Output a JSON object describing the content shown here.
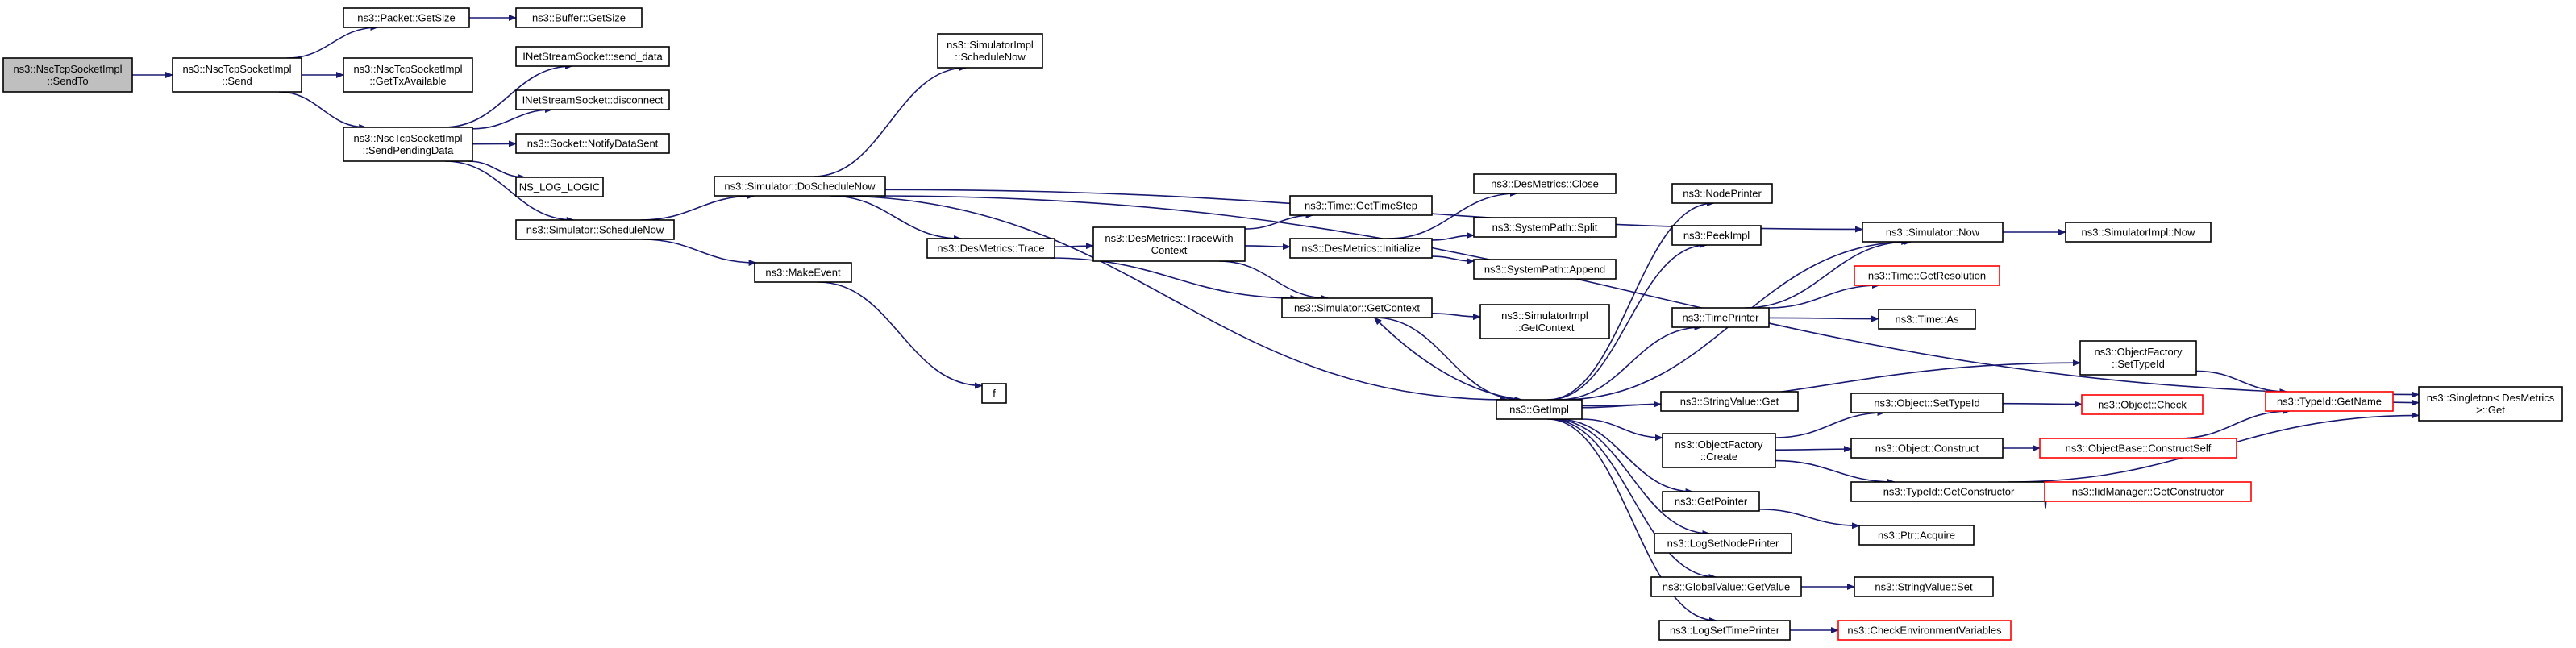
{
  "colors": {
    "edge": "#191970",
    "root_fill": "#bfbfbf",
    "node_fill": "#ffffff",
    "node_border": "#000000",
    "truncated_border": "#ff0000"
  },
  "nodes": [
    {
      "id": "sendto",
      "lines": [
        "ns3::NscTcpSocketImpl",
        "::SendTo"
      ],
      "root": true
    },
    {
      "id": "send",
      "lines": [
        "ns3::NscTcpSocketImpl",
        "::Send"
      ]
    },
    {
      "id": "packet_getsize",
      "lines": [
        "ns3::Packet::GetSize"
      ]
    },
    {
      "id": "buffer_getsize",
      "lines": [
        "ns3::Buffer::GetSize"
      ]
    },
    {
      "id": "gettxavailable",
      "lines": [
        "ns3::NscTcpSocketImpl",
        "::GetTxAvailable"
      ]
    },
    {
      "id": "sendpendingdata",
      "lines": [
        "ns3::NscTcpSocketImpl",
        "::SendPendingData"
      ]
    },
    {
      "id": "send_data",
      "lines": [
        "INetStreamSocket::send_data"
      ]
    },
    {
      "id": "disconnect",
      "lines": [
        "INetStreamSocket::disconnect"
      ]
    },
    {
      "id": "notifydatasent",
      "lines": [
        "ns3::Socket::NotifyDataSent"
      ]
    },
    {
      "id": "ns_log_logic",
      "lines": [
        "NS_LOG_LOGIC"
      ]
    },
    {
      "id": "sim_schedulenow",
      "lines": [
        "ns3::Simulator::ScheduleNow"
      ]
    },
    {
      "id": "makeevent",
      "lines": [
        "ns3::MakeEvent"
      ]
    },
    {
      "id": "f",
      "lines": [
        "f"
      ]
    },
    {
      "id": "doschedulenow",
      "lines": [
        "ns3::Simulator::DoScheduleNow"
      ]
    },
    {
      "id": "simimpl_schedulenow",
      "lines": [
        "ns3::SimulatorImpl",
        "::ScheduleNow"
      ]
    },
    {
      "id": "desmetrics_trace",
      "lines": [
        "ns3::DesMetrics::Trace"
      ]
    },
    {
      "id": "tracewithcontext",
      "lines": [
        "ns3::DesMetrics::TraceWith",
        "Context"
      ]
    },
    {
      "id": "time_gettimestep",
      "lines": [
        "ns3::Time::GetTimeStep"
      ]
    },
    {
      "id": "desmetrics_initialize",
      "lines": [
        "ns3::DesMetrics::Initialize"
      ]
    },
    {
      "id": "desmetrics_close",
      "lines": [
        "ns3::DesMetrics::Close"
      ]
    },
    {
      "id": "systempath_split",
      "lines": [
        "ns3::SystemPath::Split"
      ]
    },
    {
      "id": "systempath_append",
      "lines": [
        "ns3::SystemPath::Append"
      ]
    },
    {
      "id": "sim_getcontext",
      "lines": [
        "ns3::Simulator::GetContext"
      ]
    },
    {
      "id": "simimpl_getcontext",
      "lines": [
        "ns3::SimulatorImpl",
        "::GetContext"
      ]
    },
    {
      "id": "getimpl",
      "lines": [
        "ns3::GetImpl"
      ]
    },
    {
      "id": "nodeprinter",
      "lines": [
        "ns3::NodePrinter"
      ]
    },
    {
      "id": "peekimpl",
      "lines": [
        "ns3::PeekImpl"
      ]
    },
    {
      "id": "timeprinter",
      "lines": [
        "ns3::TimePrinter"
      ]
    },
    {
      "id": "stringvalue_get",
      "lines": [
        "ns3::StringValue::Get"
      ]
    },
    {
      "id": "objectfactory_create",
      "lines": [
        "ns3::ObjectFactory",
        "::Create"
      ]
    },
    {
      "id": "getpointer",
      "lines": [
        "ns3::GetPointer"
      ]
    },
    {
      "id": "logsetnodeprinter",
      "lines": [
        "ns3::LogSetNodePrinter"
      ]
    },
    {
      "id": "globalvalue_getvalue",
      "lines": [
        "ns3::GlobalValue::GetValue"
      ]
    },
    {
      "id": "logsettimeprinter",
      "lines": [
        "ns3::LogSetTimePrinter"
      ]
    },
    {
      "id": "sim_now",
      "lines": [
        "ns3::Simulator::Now"
      ]
    },
    {
      "id": "simimpl_now",
      "lines": [
        "ns3::SimulatorImpl::Now"
      ]
    },
    {
      "id": "time_getresolution",
      "lines": [
        "ns3::Time::GetResolution"
      ],
      "truncated": true
    },
    {
      "id": "time_as",
      "lines": [
        "ns3::Time::As"
      ]
    },
    {
      "id": "objectfactory_settypeid",
      "lines": [
        "ns3::ObjectFactory",
        "::SetTypeId"
      ]
    },
    {
      "id": "object_settypeid",
      "lines": [
        "ns3::Object::SetTypeId"
      ]
    },
    {
      "id": "object_construct",
      "lines": [
        "ns3::Object::Construct"
      ]
    },
    {
      "id": "typeid_getconstructor",
      "lines": [
        "ns3::TypeId::GetConstructor"
      ]
    },
    {
      "id": "ptr_acquire",
      "lines": [
        "ns3::Ptr::Acquire"
      ]
    },
    {
      "id": "stringvalue_set",
      "lines": [
        "ns3::StringValue::Set"
      ]
    },
    {
      "id": "checkenvvars",
      "lines": [
        "ns3::CheckEnvironmentVariables"
      ],
      "truncated": true
    },
    {
      "id": "object_check",
      "lines": [
        "ns3::Object::Check"
      ],
      "truncated": true
    },
    {
      "id": "objectbase_constructself",
      "lines": [
        "ns3::ObjectBase::ConstructSelf"
      ],
      "truncated": true
    },
    {
      "id": "iidmanager_getconstructor",
      "lines": [
        "ns3::IidManager::GetConstructor"
      ],
      "truncated": true
    },
    {
      "id": "typeid_getname",
      "lines": [
        "ns3::TypeId::GetName"
      ],
      "truncated": true
    },
    {
      "id": "singleton_get",
      "lines": [
        "ns3::Singleton< DesMetrics",
        " >::Get"
      ]
    }
  ],
  "edges": [
    [
      "sendto",
      "send"
    ],
    [
      "send",
      "packet_getsize"
    ],
    [
      "send",
      "gettxavailable"
    ],
    [
      "send",
      "sendpendingdata"
    ],
    [
      "packet_getsize",
      "buffer_getsize"
    ],
    [
      "sendpendingdata",
      "send_data"
    ],
    [
      "sendpendingdata",
      "disconnect"
    ],
    [
      "sendpendingdata",
      "notifydatasent"
    ],
    [
      "sendpendingdata",
      "ns_log_logic"
    ],
    [
      "sendpendingdata",
      "sim_schedulenow"
    ],
    [
      "sim_schedulenow",
      "doschedulenow"
    ],
    [
      "sim_schedulenow",
      "makeevent"
    ],
    [
      "makeevent",
      "f"
    ],
    [
      "doschedulenow",
      "simimpl_schedulenow"
    ],
    [
      "doschedulenow",
      "desmetrics_trace"
    ],
    [
      "doschedulenow",
      "getimpl"
    ],
    [
      "doschedulenow",
      "sim_now"
    ],
    [
      "doschedulenow",
      "singleton_get"
    ],
    [
      "desmetrics_trace",
      "tracewithcontext"
    ],
    [
      "desmetrics_trace",
      "sim_getcontext"
    ],
    [
      "tracewithcontext",
      "time_gettimestep"
    ],
    [
      "tracewithcontext",
      "desmetrics_initialize"
    ],
    [
      "tracewithcontext",
      "sim_getcontext"
    ],
    [
      "desmetrics_initialize",
      "desmetrics_close"
    ],
    [
      "desmetrics_initialize",
      "systempath_split"
    ],
    [
      "desmetrics_initialize",
      "systempath_append"
    ],
    [
      "sim_getcontext",
      "simimpl_getcontext"
    ],
    [
      "sim_getcontext",
      "getimpl"
    ],
    [
      "getimpl",
      "sim_getcontext"
    ],
    [
      "getimpl",
      "nodeprinter"
    ],
    [
      "getimpl",
      "peekimpl"
    ],
    [
      "getimpl",
      "timeprinter"
    ],
    [
      "getimpl",
      "objectfactory_settypeid"
    ],
    [
      "getimpl",
      "stringvalue_get"
    ],
    [
      "getimpl",
      "objectfactory_create"
    ],
    [
      "getimpl",
      "getpointer"
    ],
    [
      "getimpl",
      "logsetnodeprinter"
    ],
    [
      "getimpl",
      "globalvalue_getvalue"
    ],
    [
      "getimpl",
      "logsettimeprinter"
    ],
    [
      "getimpl",
      "sim_now"
    ],
    [
      "timeprinter",
      "sim_now"
    ],
    [
      "timeprinter",
      "time_getresolution"
    ],
    [
      "timeprinter",
      "time_as"
    ],
    [
      "sim_now",
      "simimpl_now"
    ],
    [
      "objectfactory_settypeid",
      "typeid_getname"
    ],
    [
      "objectfactory_create",
      "object_settypeid"
    ],
    [
      "objectfactory_create",
      "object_construct"
    ],
    [
      "objectfactory_create",
      "typeid_getconstructor"
    ],
    [
      "object_settypeid",
      "object_check"
    ],
    [
      "object_construct",
      "objectbase_constructself"
    ],
    [
      "typeid_getconstructor",
      "iidmanager_getconstructor"
    ],
    [
      "typeid_getconstructor",
      "singleton_get"
    ],
    [
      "objectbase_constructself",
      "typeid_getname"
    ],
    [
      "typeid_getname",
      "singleton_get"
    ],
    [
      "getpointer",
      "ptr_acquire"
    ],
    [
      "globalvalue_getvalue",
      "stringvalue_set"
    ],
    [
      "logsettimeprinter",
      "checkenvvars"
    ]
  ]
}
